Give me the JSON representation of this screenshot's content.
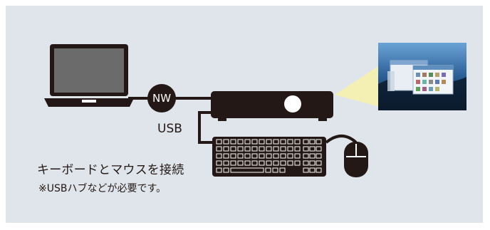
{
  "diagram": {
    "nw_label": "NW",
    "usb_label": "USB",
    "caption": "キーボードとマウスを接続",
    "note": "※USBハブなどが必要です。"
  },
  "colors": {
    "panel_bg": "#dfe5ea",
    "device": "#231815",
    "projection_beam": "#f4f0b4",
    "screen_sky": "#2a5f96"
  },
  "icons": [
    "laptop-icon",
    "projector-icon",
    "keyboard-icon",
    "mouse-icon",
    "projected-screen-icon"
  ]
}
